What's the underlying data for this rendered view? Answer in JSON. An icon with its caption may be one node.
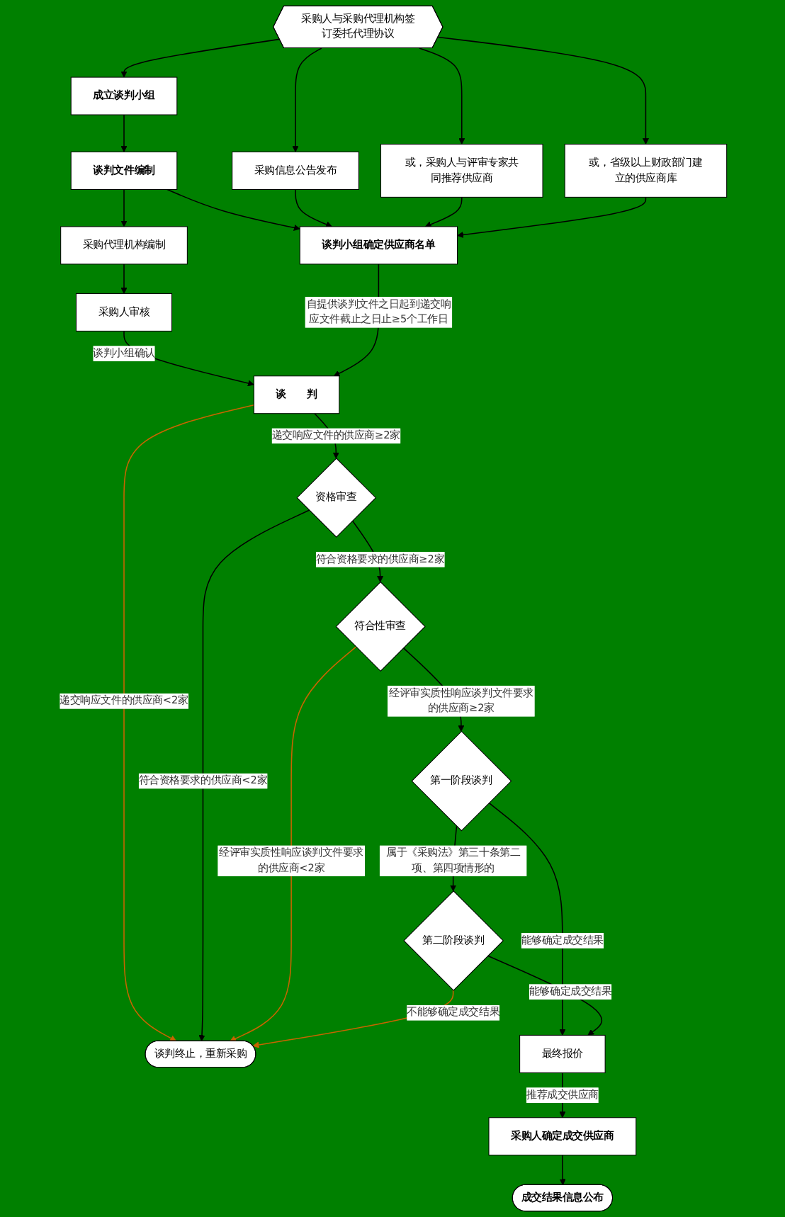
{
  "diagram": {
    "nodes": [
      {
        "text": [
          "采购人与采购代理机构签订委托代理协议"
        ]
      },
      {
        "text": [
          "成立谈判小组"
        ]
      },
      {
        "text": [
          "采购信息公告发布"
        ]
      },
      {
        "text": [
          "或，采购人与评审专家共同推荐供应商"
        ]
      },
      {
        "text": [
          "或，省级以上财政部门建立的供应商库"
        ]
      },
      {
        "text": [
          "谈判文件编制"
        ]
      },
      {
        "text": [
          "采购代理机构编制"
        ]
      },
      {
        "text": [
          "采购人审核"
        ]
      },
      {
        "text": [
          "谈判小组确定供应商名单"
        ]
      },
      {
        "text": [
          "谈　　判"
        ]
      },
      {
        "text": [
          "资格审查"
        ]
      },
      {
        "text": [
          "符合性审查"
        ]
      },
      {
        "text": [
          "谈判终止，重新采购"
        ]
      },
      {
        "text": [
          "第一阶段谈判"
        ]
      },
      {
        "text": [
          "最终报价"
        ]
      },
      {
        "text": [
          "第二阶段谈判"
        ]
      },
      {
        "text": [
          "采购人确定成交供应商"
        ]
      },
      {
        "text": [
          "成交结果信息公布"
        ]
      }
    ],
    "edges": [
      {
        "from": 0,
        "to": 1,
        "arrow": "to"
      },
      {
        "from": 0,
        "to": 2,
        "arrow": "to"
      },
      {
        "from": 0,
        "to": 3,
        "arrow": "to"
      },
      {
        "from": 0,
        "to": 4,
        "arrow": "to"
      },
      {
        "from": 1,
        "to": 5,
        "arrow": "to"
      },
      {
        "from": 5,
        "to": 6,
        "arrow": "to"
      },
      {
        "from": 6,
        "to": 7,
        "arrow": "to"
      },
      {
        "from": 7,
        "to": 9,
        "arrow": "to",
        "label": "谈判小组确认"
      },
      {
        "from": 5,
        "to": 8,
        "arrow": "to"
      },
      {
        "from": 2,
        "to": 8,
        "arrow": "to"
      },
      {
        "from": 3,
        "to": 8,
        "arrow": "to"
      },
      {
        "from": 4,
        "to": 8,
        "arrow": "to"
      },
      {
        "from": 8,
        "to": 9,
        "arrow": "to",
        "label": "自提供谈判文件之日起到递交响应文件截止之日止≥5个工作日"
      },
      {
        "from": 9,
        "to": 12,
        "arrow": "to",
        "label": "递交响应文件的供应商<2家",
        "color": "#c86400"
      },
      {
        "from": 9,
        "to": 10,
        "arrow": "to",
        "label": "递交响应文件的供应商≥2家"
      },
      {
        "from": 10,
        "to": 12,
        "arrow": "to",
        "label": "符合资格要求的供应商<2家"
      },
      {
        "from": 10,
        "to": 11,
        "arrow": "to",
        "label": "符合资格要求的供应商≥2家"
      },
      {
        "from": 11,
        "to": 12,
        "arrow": "to",
        "label": "经评审实质性响应谈判文件要求的供应商<2家",
        "color": "#c86400"
      },
      {
        "from": 11,
        "to": 13,
        "arrow": "to",
        "label": "经评审实质性响应谈判文件要求的供应商≥2家"
      },
      {
        "from": 13,
        "to": 14,
        "arrow": "to",
        "label": "能够确定成交结果"
      },
      {
        "from": 13,
        "to": 15,
        "arrow": "to",
        "label": "属于《采购法》第三十条第二项、第四项情形的"
      },
      {
        "from": 15,
        "to": 14,
        "arrow": "to",
        "label": "能够确定成交结果"
      },
      {
        "from": 15,
        "to": 12,
        "arrow": "to",
        "label": "不能够确定成交结果",
        "color": "#c86400"
      },
      {
        "from": 14,
        "to": 16,
        "arrow": "to",
        "label": "推荐成交供应商"
      },
      {
        "from": 16,
        "to": 17,
        "arrow": "to"
      }
    ]
  }
}
